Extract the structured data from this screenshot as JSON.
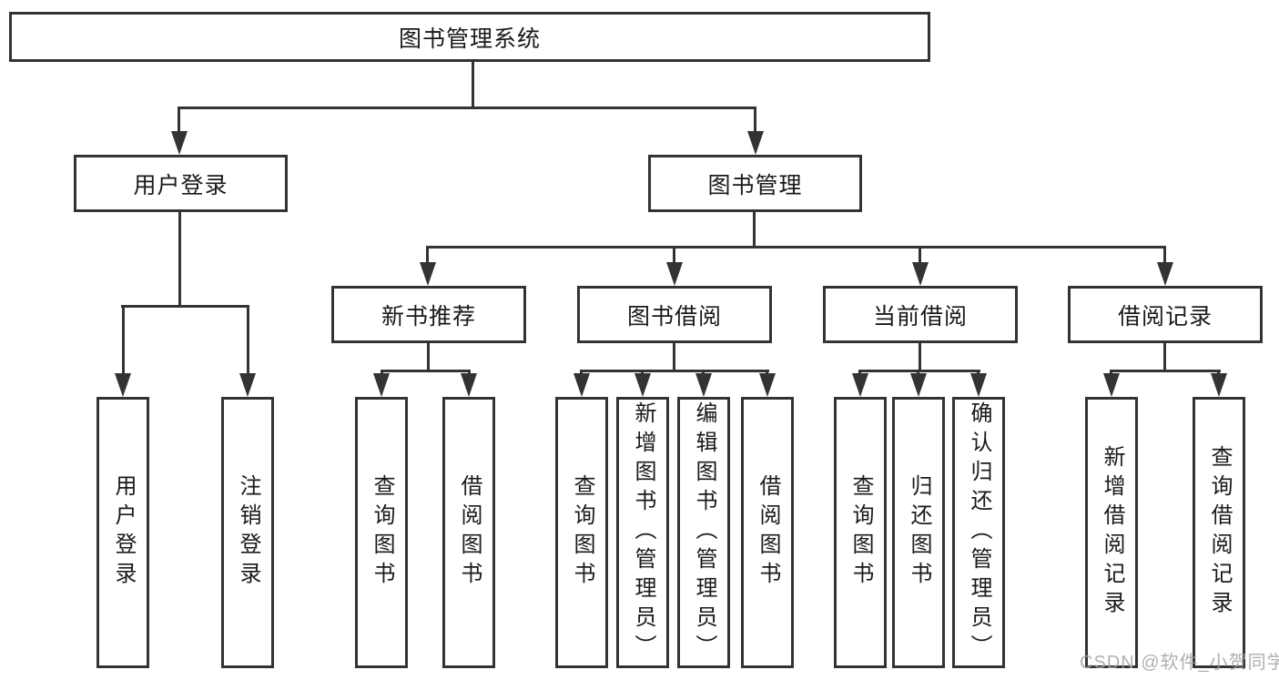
{
  "diagram": {
    "root": {
      "label": "图书管理系统"
    },
    "level1": [
      {
        "id": "user-login",
        "label": "用户登录"
      },
      {
        "id": "book-management",
        "label": "图书管理"
      }
    ],
    "level2": [
      {
        "id": "new-book-recommend",
        "label": "新书推荐"
      },
      {
        "id": "book-borrow",
        "label": "图书借阅"
      },
      {
        "id": "current-borrow",
        "label": "当前借阅"
      },
      {
        "id": "borrow-records",
        "label": "借阅记录"
      }
    ],
    "leaves": {
      "user_login": [
        "用户登录",
        "注销登录"
      ],
      "new_book_recommend": [
        "查询图书",
        "借阅图书"
      ],
      "book_borrow": [
        "查询图书",
        "新增图书（管理员）",
        "编辑图书（管理员）",
        "借阅图书"
      ],
      "current_borrow": [
        "查询图书",
        "归还图书",
        "确认归还（管理员）"
      ],
      "borrow_records": [
        "新增借阅记录",
        "查询借阅记录"
      ]
    }
  },
  "watermark": {
    "text": "CSDN @软件_小贺同学"
  },
  "colors": {
    "line": "#333333",
    "text": "#1a1a1a",
    "background": "#ffffff",
    "watermark": "#a3a3a3"
  }
}
